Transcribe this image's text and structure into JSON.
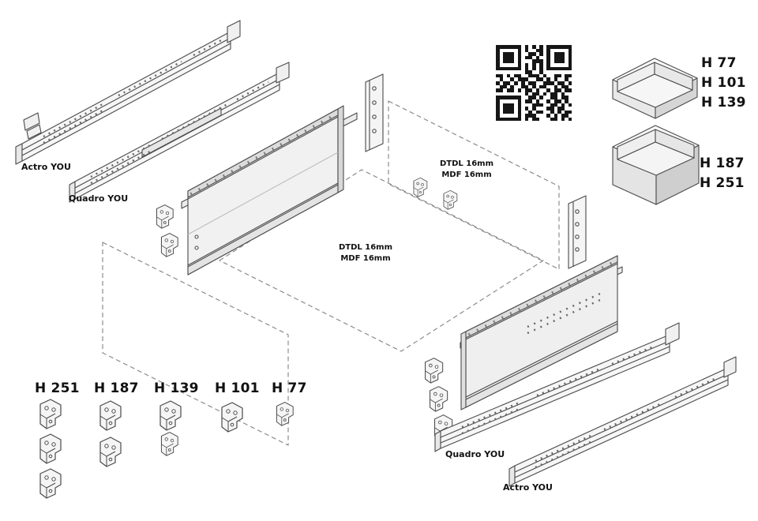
{
  "labels": {
    "slide_actro_top": "Actro YOU",
    "slide_quadro_top": "Quadro YOU",
    "slide_quadro_bottom": "Quadro YOU",
    "slide_actro_bottom": "Actro YOU"
  },
  "notes": {
    "back_panel": {
      "line1": "DTDL 16mm",
      "line2": "MDF 16mm"
    },
    "bottom_panel": {
      "line1": "DTDL 16mm",
      "line2": "MDF 16mm"
    }
  },
  "drawer_heights": {
    "shallow": [
      "H 77",
      "H 101",
      "H 139"
    ],
    "deep": [
      "H 187",
      "H 251"
    ]
  },
  "front_bracket_heights": [
    "H 251",
    "H 187",
    "H 139",
    "H 101",
    "H 77"
  ],
  "qr": {
    "icon": "qr-code",
    "matrix": [
      "111111101010101111111",
      "100000101001101000001",
      "101110100110101011101",
      "101110101101001011101",
      "101110100011101011101",
      "100000101010101000001",
      "111111101010101111111",
      "000000001100100000000",
      "110101100111010011011",
      "010010111001101010010",
      "101101010110011101101",
      "011010011010110010110",
      "110110101101001011011",
      "000000001011010110100",
      "111111100110100110110",
      "100000101101001011010",
      "101110100011100110101",
      "101110101010001101100",
      "101110100101100101011",
      "100000101110001010110",
      "111111101011000110101"
    ]
  },
  "colors": {
    "line": "#4a4a4a",
    "dashed_line": "#8c8c8c",
    "label_text": "#111111",
    "background": "#ffffff"
  }
}
